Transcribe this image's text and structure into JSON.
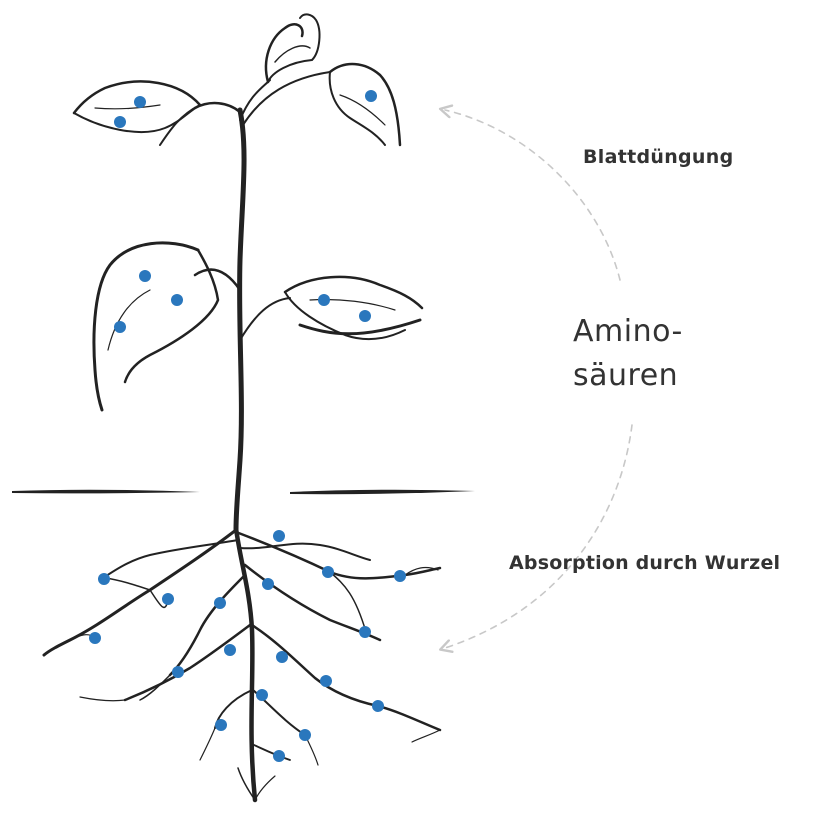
{
  "labels": {
    "foliar": "Blattdüngung",
    "center_line1": "Amino-",
    "center_line2": "säuren",
    "root_absorption": "Absorption durch Wurzel"
  },
  "colors": {
    "plant": "#222222",
    "dots": "#2a77bd",
    "arrows": "#c8c8c8",
    "text": "#333333"
  },
  "icons": {
    "plant": "plant-illustration-icon",
    "arrow_up": "arrow-to-leaves-icon",
    "arrow_down": "arrow-to-roots-icon"
  }
}
